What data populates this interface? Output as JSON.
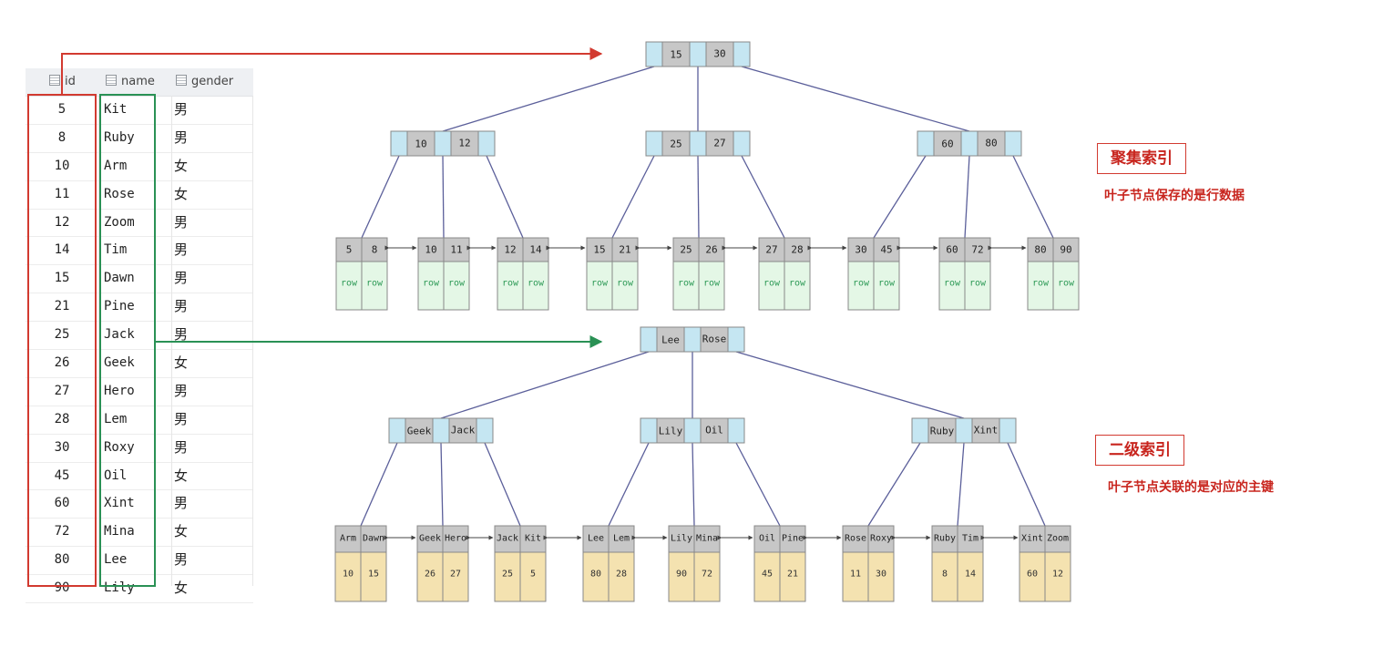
{
  "table": {
    "headers": [
      "id",
      "name",
      "gender"
    ],
    "rows": [
      [
        "5",
        "Kit",
        "男"
      ],
      [
        "8",
        "Ruby",
        "男"
      ],
      [
        "10",
        "Arm",
        "女"
      ],
      [
        "11",
        "Rose",
        "女"
      ],
      [
        "12",
        "Zoom",
        "男"
      ],
      [
        "14",
        "Tim",
        "男"
      ],
      [
        "15",
        "Dawn",
        "男"
      ],
      [
        "21",
        "Pine",
        "男"
      ],
      [
        "25",
        "Jack",
        "男"
      ],
      [
        "26",
        "Geek",
        "女"
      ],
      [
        "27",
        "Hero",
        "男"
      ],
      [
        "28",
        "Lem",
        "男"
      ],
      [
        "30",
        "Roxy",
        "男"
      ],
      [
        "45",
        "Oil",
        "女"
      ],
      [
        "60",
        "Xint",
        "男"
      ],
      [
        "72",
        "Mina",
        "女"
      ],
      [
        "80",
        "Lee",
        "男"
      ],
      [
        "90",
        "Lily",
        "女"
      ]
    ]
  },
  "clustered": {
    "label": "聚集索引",
    "note": "叶子节点保存的是行数据",
    "root": [
      "15",
      "30"
    ],
    "internal": [
      [
        "10",
        "12"
      ],
      [
        "25",
        "27"
      ],
      [
        "60",
        "80"
      ]
    ],
    "leaves": [
      [
        "5",
        "8"
      ],
      [
        "10",
        "11"
      ],
      [
        "12",
        "14"
      ],
      [
        "15",
        "21"
      ],
      [
        "25",
        "26"
      ],
      [
        "27",
        "28"
      ],
      [
        "30",
        "45"
      ],
      [
        "60",
        "72"
      ],
      [
        "80",
        "90"
      ]
    ],
    "row_text": "row"
  },
  "secondary": {
    "label": "二级索引",
    "note": "叶子节点关联的是对应的主键",
    "root": [
      "Lee",
      "Rose"
    ],
    "internal": [
      [
        "Geek",
        "Jack"
      ],
      [
        "Lily",
        "Oil"
      ],
      [
        "Ruby",
        "Xint"
      ]
    ],
    "leaves": [
      {
        "keys": [
          "Arm",
          "Dawn"
        ],
        "ids": [
          "10",
          "15"
        ]
      },
      {
        "keys": [
          "Geek",
          "Hero"
        ],
        "ids": [
          "26",
          "27"
        ]
      },
      {
        "keys": [
          "Jack",
          "Kit"
        ],
        "ids": [
          "25",
          "5"
        ]
      },
      {
        "keys": [
          "Lee",
          "Lem"
        ],
        "ids": [
          "80",
          "28"
        ]
      },
      {
        "keys": [
          "Lily",
          "Mina"
        ],
        "ids": [
          "90",
          "72"
        ]
      },
      {
        "keys": [
          "Oil",
          "Pine"
        ],
        "ids": [
          "45",
          "21"
        ]
      },
      {
        "keys": [
          "Rose",
          "Roxy"
        ],
        "ids": [
          "11",
          "30"
        ]
      },
      {
        "keys": [
          "Ruby",
          "Tim"
        ],
        "ids": [
          "8",
          "14"
        ]
      },
      {
        "keys": [
          "Xint",
          "Zoom"
        ],
        "ids": [
          "60",
          "12"
        ]
      }
    ]
  },
  "colors": {
    "pointer": "#c5e6f2",
    "key": "#c7c7c7",
    "row_cell": "#e4f7e6",
    "row_text": "#2e9a57",
    "id_cell": "#f4e2b0",
    "edge": "#5b5f9a",
    "red": "#d23a30",
    "green": "#2a9155"
  }
}
